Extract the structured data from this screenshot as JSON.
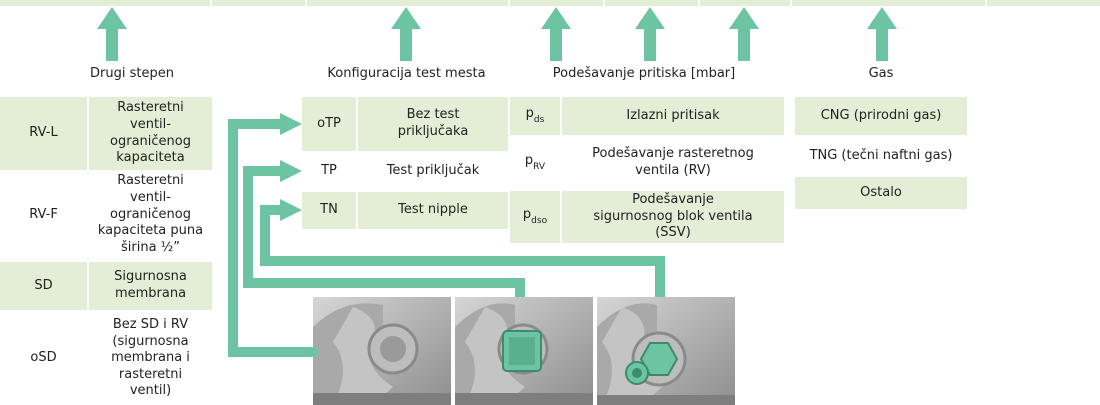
{
  "colors": {
    "accent": "#6cc4a2",
    "cell_fill": "#e4eed6",
    "photo_gray": "#b8b8b8"
  },
  "headers": {
    "second_stage": "Drugi stepen",
    "test_config": "Konfiguracija test mesta",
    "pressure": "Podešavanje pritiska [mbar]",
    "gas": "Gas"
  },
  "second_stage": [
    {
      "code": "RV-L",
      "desc": "Rasteretni ventil-ograničenog kapaciteta"
    },
    {
      "code": "RV-F",
      "desc": "Rasteretni ventil-ograničenog kapaciteta puna širina ½”"
    },
    {
      "code": "SD",
      "desc": "Sigurnosna membrana"
    },
    {
      "code": "oSD",
      "desc": "Bez SD i RV (sigurnosna membrana i rasteretni ventil)"
    }
  ],
  "test_config": [
    {
      "code": "oTP",
      "desc": "Bez test priključaka"
    },
    {
      "code": "TP",
      "desc": "Test priključak"
    },
    {
      "code": "TN",
      "desc": "Test nipple"
    }
  ],
  "pressure": [
    {
      "sym": "p",
      "sub": "ds",
      "desc": "Izlazni pritisak"
    },
    {
      "sym": "p",
      "sub": "RV",
      "desc": "Podešavanje rasteretnog ventila (RV)"
    },
    {
      "sym": "p",
      "sub": "dso",
      "desc": "Podešavanje sigurnosnog blok ventila (SSV)"
    }
  ],
  "gas": [
    "CNG (prirodni gas)",
    "TNG (tečni naftni gas)",
    "Ostalo"
  ]
}
